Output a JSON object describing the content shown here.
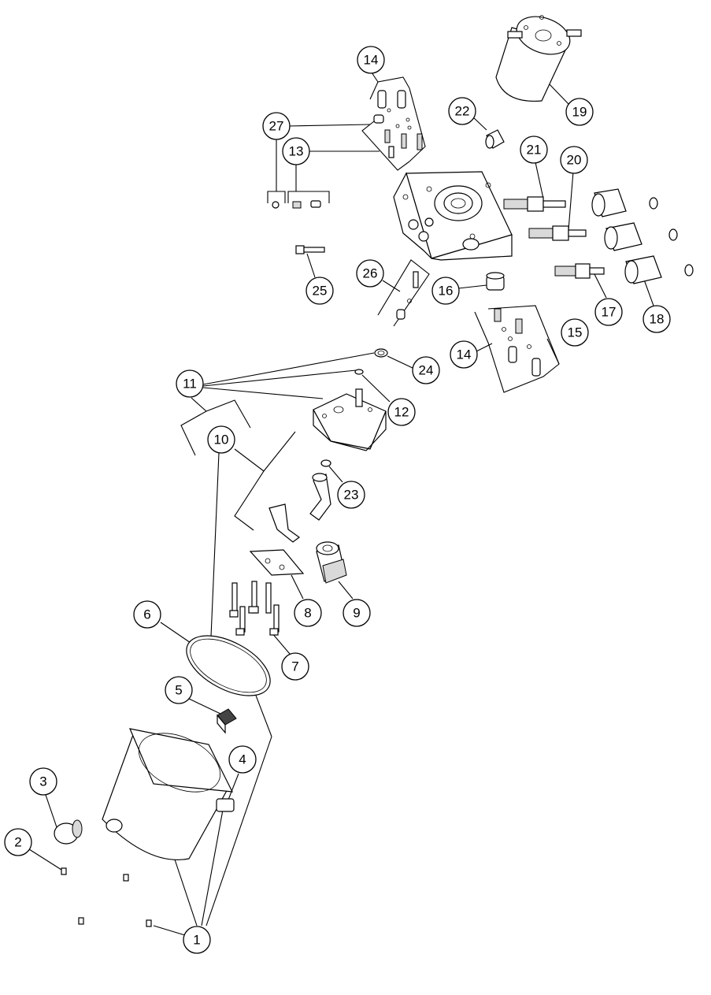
{
  "diagram": {
    "callouts": [
      {
        "id": "1",
        "label": "1"
      },
      {
        "id": "2",
        "label": "2"
      },
      {
        "id": "3",
        "label": "3"
      },
      {
        "id": "4",
        "label": "4"
      },
      {
        "id": "5",
        "label": "5"
      },
      {
        "id": "6",
        "label": "6"
      },
      {
        "id": "7",
        "label": "7"
      },
      {
        "id": "8",
        "label": "8"
      },
      {
        "id": "9",
        "label": "9"
      },
      {
        "id": "10",
        "label": "10"
      },
      {
        "id": "11",
        "label": "11"
      },
      {
        "id": "12",
        "label": "12"
      },
      {
        "id": "13",
        "label": "13"
      },
      {
        "id": "14a",
        "label": "14"
      },
      {
        "id": "14b",
        "label": "14"
      },
      {
        "id": "15",
        "label": "15"
      },
      {
        "id": "16",
        "label": "16"
      },
      {
        "id": "17",
        "label": "17"
      },
      {
        "id": "18",
        "label": "18"
      },
      {
        "id": "19",
        "label": "19"
      },
      {
        "id": "20",
        "label": "20"
      },
      {
        "id": "21",
        "label": "21"
      },
      {
        "id": "22",
        "label": "22"
      },
      {
        "id": "23",
        "label": "23"
      },
      {
        "id": "24",
        "label": "24"
      },
      {
        "id": "25",
        "label": "25"
      },
      {
        "id": "26",
        "label": "26"
      },
      {
        "id": "27",
        "label": "27"
      }
    ]
  }
}
